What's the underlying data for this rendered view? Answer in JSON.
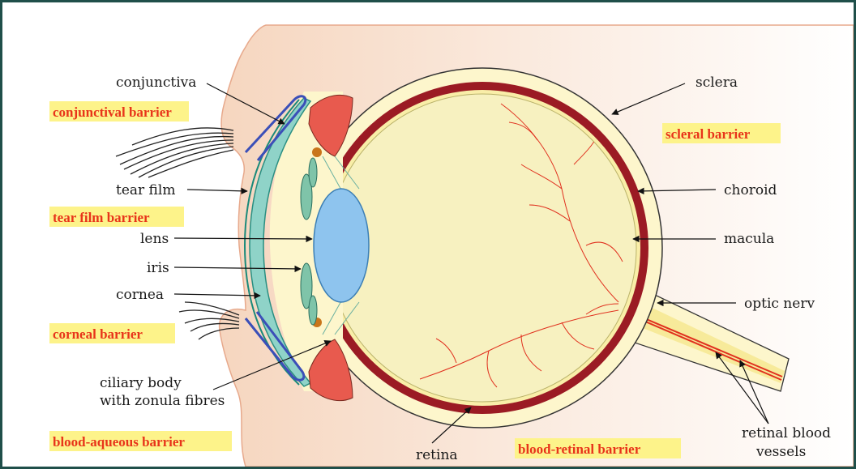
{
  "labels": {
    "conjunctiva": "conjunctiva",
    "tear_film": "tear film",
    "lens": "lens",
    "iris": "iris",
    "cornea": "cornea",
    "ciliary_line1": "ciliary body",
    "ciliary_line2": "with zonula fibres",
    "sclera": "sclera",
    "choroid": "choroid",
    "macula": "macula",
    "optic_nerv": "optic nerv",
    "retinal_vessels_line1": "retinal blood",
    "retinal_vessels_line2": "vessels",
    "retina": "retina"
  },
  "barriers": {
    "conjunctival": "conjunctival barrier",
    "tear_film": "tear film barrier",
    "corneal": "corneal barrier",
    "blood_aqueous": "blood-aqueous barrier",
    "scleral": "scleral barrier",
    "blood_retinal": "blood-retinal barrier"
  },
  "colors": {
    "frame": "#1f4f4a",
    "barrier_text": "#e8341a",
    "barrier_highlight": "#fdf38a",
    "skin": "#f7dcc8",
    "sclera": "#fdf6cc",
    "choroid": "#9b1b24",
    "vitreous": "#f7f1c0",
    "lens": "#8ec4ee",
    "cornea": "#8fd3c8",
    "vessels": "#e0301e"
  }
}
